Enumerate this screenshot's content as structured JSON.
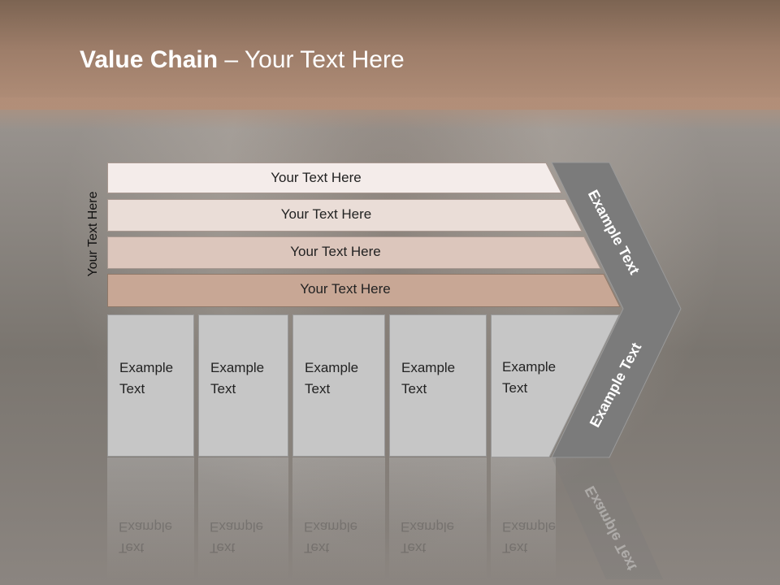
{
  "slide": {
    "title_bold": "Value Chain",
    "title_rest": " – Your Text Here",
    "side_label": "Your Text Here"
  },
  "rows": [
    {
      "label": "Your Text Here",
      "fill": "#f4ecea"
    },
    {
      "label": "Your Text Here",
      "fill": "#eaddd7"
    },
    {
      "label": "Your Text Here",
      "fill": "#dcc6bc"
    },
    {
      "label": "Your Text Here",
      "fill": "#c8a795"
    }
  ],
  "boxes": [
    {
      "line1": "Example",
      "line2": "Text"
    },
    {
      "line1": "Example",
      "line2": "Text"
    },
    {
      "line1": "Example",
      "line2": "Text"
    },
    {
      "line1": "Example",
      "line2": "Text"
    },
    {
      "line1": "Example",
      "line2": "Text"
    }
  ],
  "chevron": {
    "upper_label": "Example Text",
    "lower_label": "Example Text",
    "fill": "#7b7b7b"
  }
}
